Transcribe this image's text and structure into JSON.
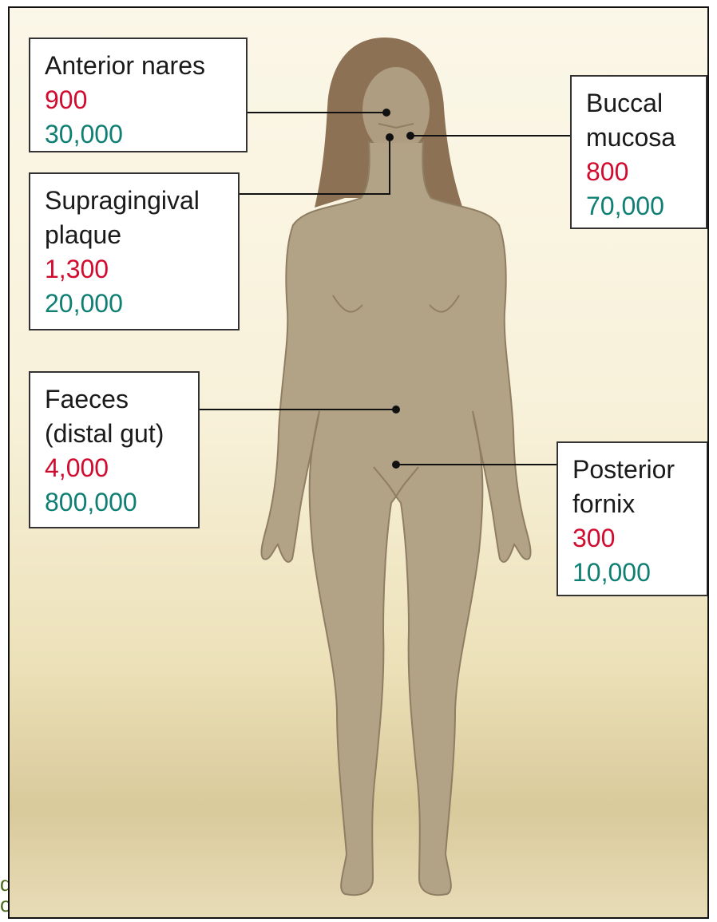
{
  "colors": {
    "skin": "#b2a286",
    "hair": "#8d7155",
    "outline": "#8f7e63",
    "name_text": "#1a1a1a",
    "first_value": "#d20a2e",
    "second_value": "#0f7f73",
    "leader": "#111111"
  },
  "labels": [
    {
      "id": "anterior-nares",
      "name_lines": [
        "Anterior nares"
      ],
      "value_1": "900",
      "value_2": "30,000"
    },
    {
      "id": "buccal-mucosa",
      "name_lines": [
        "Buccal",
        "mucosa"
      ],
      "value_1": "800",
      "value_2": "70,000"
    },
    {
      "id": "supragingival-plaque",
      "name_lines": [
        "Supragingival",
        "plaque"
      ],
      "value_1": "1,300",
      "value_2": "20,000"
    },
    {
      "id": "faeces",
      "name_lines": [
        "Faeces",
        "(distal gut)"
      ],
      "value_1": "4,000",
      "value_2": "800,000"
    },
    {
      "id": "posterior-fornix",
      "name_lines": [
        "Posterior",
        "fornix"
      ],
      "value_1": "300",
      "value_2": "10,000"
    }
  ],
  "edge_fragment": [
    "d",
    "o"
  ]
}
